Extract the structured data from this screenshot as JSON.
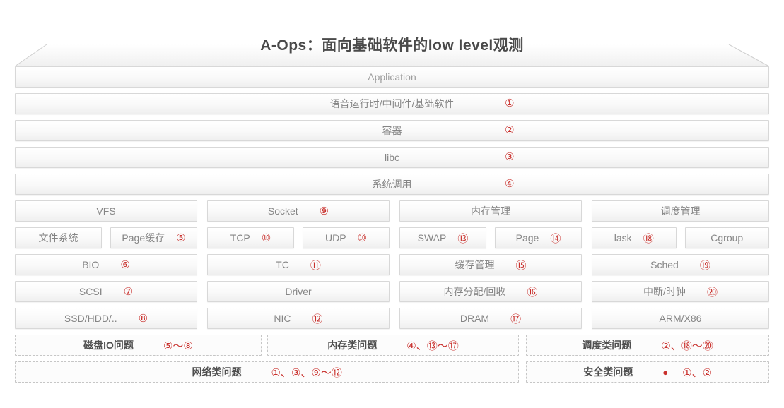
{
  "title": "A-Ops：面向基础软件的low level观测",
  "colors": {
    "accent_red": "#c9302c",
    "box_border": "#d8d8d8",
    "label_gray": "#858585",
    "title_gray": "#4a4a4a"
  },
  "layers": [
    {
      "label": "Application",
      "num": ""
    },
    {
      "label": "语音运行时/中间件/基础软件",
      "num": "①"
    },
    {
      "label": "容器",
      "num": "②"
    },
    {
      "label": "libc",
      "num": "③"
    },
    {
      "label": "系统调用",
      "num": "④"
    }
  ],
  "grid": {
    "columns": [
      {
        "rows": [
          {
            "cells": [
              {
                "label": "VFS",
                "num": ""
              }
            ]
          },
          {
            "cells": [
              {
                "label": "文件系统",
                "num": ""
              },
              {
                "label": "Page缓存",
                "num": "⑤"
              }
            ]
          },
          {
            "cells": [
              {
                "label": "BIO",
                "num": "⑥"
              }
            ]
          },
          {
            "cells": [
              {
                "label": "SCSI",
                "num": "⑦"
              }
            ]
          },
          {
            "cells": [
              {
                "label": "SSD/HDD/..",
                "num": "⑧"
              }
            ]
          }
        ]
      },
      {
        "rows": [
          {
            "cells": [
              {
                "label": "Socket",
                "num": "⑨"
              }
            ]
          },
          {
            "cells": [
              {
                "label": "TCP",
                "num": "⑩"
              },
              {
                "label": "UDP",
                "num": "⑩"
              }
            ]
          },
          {
            "cells": [
              {
                "label": "TC",
                "num": "⑪"
              }
            ]
          },
          {
            "cells": [
              {
                "label": "Driver",
                "num": ""
              }
            ]
          },
          {
            "cells": [
              {
                "label": "NIC",
                "num": "⑫"
              }
            ]
          }
        ]
      },
      {
        "rows": [
          {
            "cells": [
              {
                "label": "内存管理",
                "num": ""
              }
            ]
          },
          {
            "cells": [
              {
                "label": "SWAP",
                "num": "⑬"
              },
              {
                "label": "Page",
                "num": "⑭"
              }
            ]
          },
          {
            "cells": [
              {
                "label": "缓存管理",
                "num": "⑮"
              }
            ]
          },
          {
            "cells": [
              {
                "label": "内存分配/回收",
                "num": "⑯"
              }
            ]
          },
          {
            "cells": [
              {
                "label": "DRAM",
                "num": "⑰"
              }
            ]
          }
        ]
      },
      {
        "rows": [
          {
            "cells": [
              {
                "label": "调度管理",
                "num": ""
              }
            ]
          },
          {
            "cells": [
              {
                "label": "lask",
                "num": "⑱"
              },
              {
                "label": "Cgroup",
                "num": ""
              }
            ]
          },
          {
            "cells": [
              {
                "label": "Sched",
                "num": "⑲"
              }
            ]
          },
          {
            "cells": [
              {
                "label": "中断/时钟",
                "num": "⑳"
              }
            ]
          },
          {
            "cells": [
              {
                "label": "ARM/X86",
                "num": ""
              }
            ]
          }
        ]
      }
    ]
  },
  "problems": {
    "row1": [
      {
        "label": "磁盘IO问题",
        "nums": "⑤～⑧"
      },
      {
        "label": "内存类问题",
        "nums": "④、⑬～⑰"
      },
      {
        "label": "调度类问题",
        "nums": "②、⑱～⑳"
      }
    ],
    "row2": [
      {
        "label": "网络类问题",
        "nums": "①、③、⑨～⑫"
      },
      {
        "label": "安全类问题",
        "bullet": "●",
        "nums": "①、②"
      }
    ]
  }
}
